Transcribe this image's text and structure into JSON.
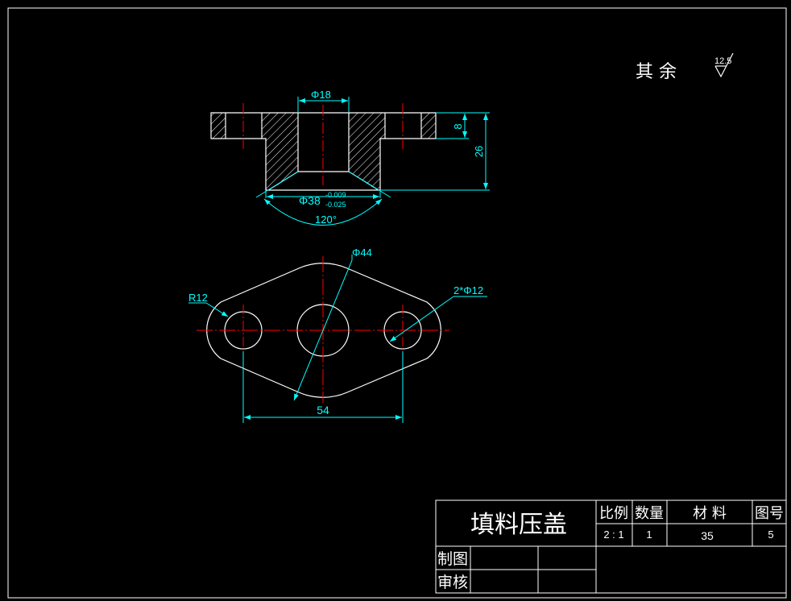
{
  "colors": {
    "background": "#000000",
    "outline": "#ffffff",
    "dimension": "#00ffff",
    "centerline": "#ff0000"
  },
  "surface_note": {
    "label": "其  余",
    "roughness_value": "12.5"
  },
  "section_view": {
    "bore_diameter": "Φ18",
    "flange_thickness": "8",
    "total_height": "26",
    "spigot_diameter": "Φ38",
    "spigot_tol_upper": "-0.009",
    "spigot_tol_lower": "-0.025",
    "chamfer_angle": "120°"
  },
  "plan_view": {
    "outer_diameter": "Φ44",
    "corner_radius": "R12",
    "hole_callout": "2*Φ12",
    "hole_spacing": "54"
  },
  "title_block": {
    "part_name": "填料压盖",
    "headers": {
      "scale": "比例",
      "quantity": "数量",
      "material": "材  料",
      "drawing_no": "图号"
    },
    "values": {
      "scale": "2 : 1",
      "quantity": "1",
      "material": "35",
      "drawing_no": "5"
    },
    "drawn_by": "制图",
    "checked_by": "审核"
  }
}
